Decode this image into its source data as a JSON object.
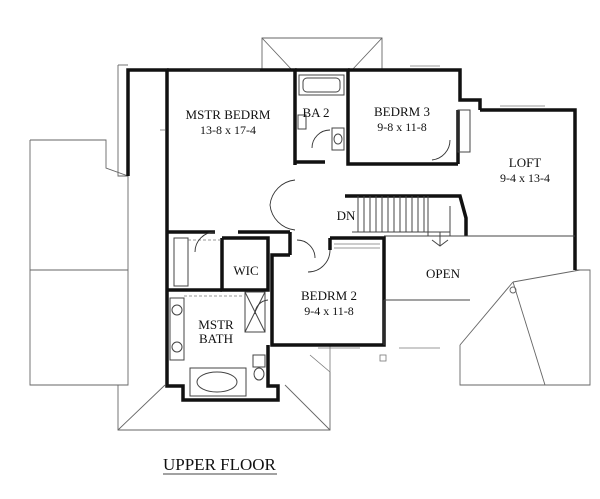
{
  "plan": {
    "rooms": {
      "master_bedroom": {
        "name": "MSTR BEDRM",
        "size": "13-8 x 17-4"
      },
      "bath_2": {
        "name": "BA 2"
      },
      "bedroom_3": {
        "name": "BEDRM 3",
        "size": "9-8 x 11-8"
      },
      "loft": {
        "name": "LOFT",
        "size": "9-4 x 13-4"
      },
      "walk_in_closet": {
        "name": "WIC"
      },
      "bedroom_2": {
        "name": "BEDRM 2",
        "size": "9-4 x 11-8"
      },
      "open_to_below": {
        "name": "OPEN"
      },
      "master_bath": {
        "name": "MSTR",
        "name_line2": "BATH"
      }
    },
    "stair_label": "DN",
    "caption": "UPPER FLOOR"
  }
}
